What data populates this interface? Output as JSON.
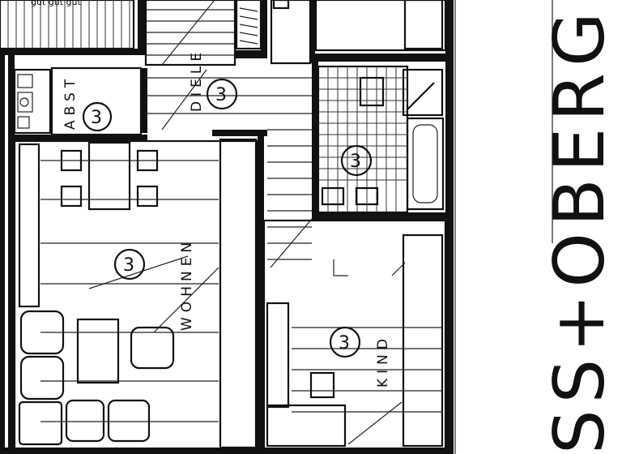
{
  "plan": {
    "rooms": [
      {
        "id": "abst",
        "label": "ABST",
        "number": "3"
      },
      {
        "id": "diele",
        "label": "DIELE",
        "number": "3"
      },
      {
        "id": "bad",
        "label": "",
        "number": "3"
      },
      {
        "id": "wohnen",
        "label": "WOHNEN",
        "number": "3"
      },
      {
        "id": "kind",
        "label": "KIND",
        "number": "3"
      }
    ],
    "top_fragment_text": "gut gut gut",
    "floor_title": "SS+OBERG"
  }
}
